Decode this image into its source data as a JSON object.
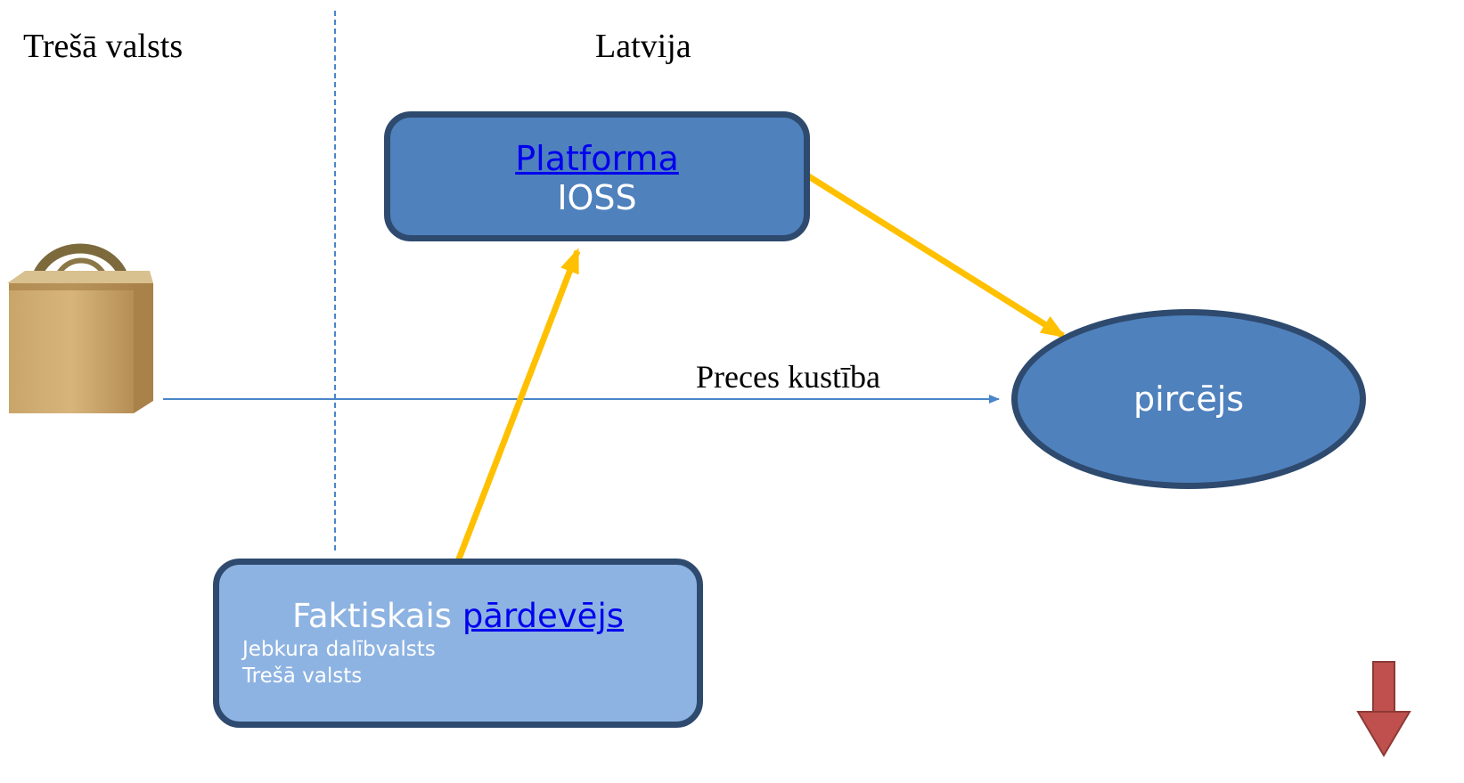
{
  "regions": {
    "third_country": "Trešā valsts",
    "latvia": "Latvija"
  },
  "platform": {
    "link": "Platforma",
    "subtitle": "IOSS"
  },
  "buyer": {
    "label": "pircējs"
  },
  "seller": {
    "prefix": "Faktiskais ",
    "link": "pārdevējs",
    "line1": "Jebkura dalībvalsts",
    "line2": "Trešā valsts"
  },
  "goods_flow": {
    "label": "Preces kustība"
  },
  "icons": {
    "goods": "shopping-bag-icon",
    "next": "down-arrow-icon"
  },
  "colors": {
    "box_fill": "#4f81bd",
    "box_border": "#2e4a6e",
    "seller_fill": "#8db3e2",
    "connector": "#ffc000",
    "goods_line": "#4a86c8",
    "divider": "#4a86c8",
    "next_arrow": "#c0504d"
  }
}
